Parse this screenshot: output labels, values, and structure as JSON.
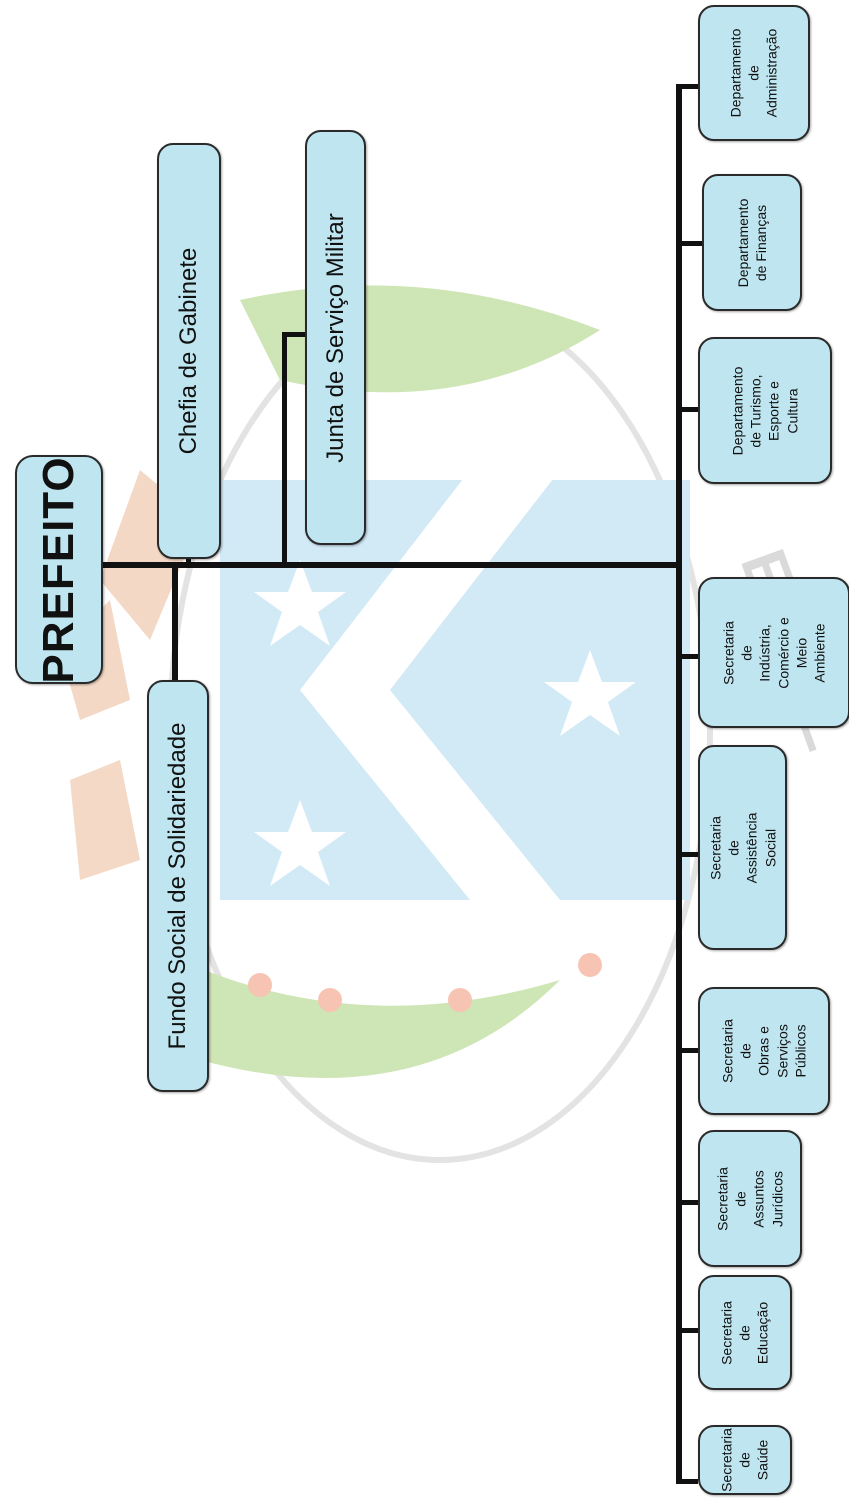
{
  "colors": {
    "box_fill": "#bfe6f0",
    "line": "#111111",
    "emblem_blue": "#a6d4ef",
    "emblem_green": "#9fcc6d"
  },
  "emblem": {
    "inscription_partial": "ESTEL"
  },
  "org": {
    "root": "PREFEITO",
    "advisory_units": {
      "chefia": "Chefia de Gabinete",
      "junta": "Junta de Serviço Militar",
      "fundo": "Fundo Social de Solidariedade"
    },
    "units": [
      {
        "label": "Departamento\nde\nAdministração"
      },
      {
        "label": "Departamento\nde Finanças"
      },
      {
        "label": "Departamento\nde Turismo,\nEsporte e\nCultura"
      },
      {
        "label": "Secretaria de\nIndústria,\nComércio e\nMeio Ambiente"
      },
      {
        "label": "Secretaria de\nAssistência Social"
      },
      {
        "label": "Secretaria de\nObras e\nServiços\nPúblicos"
      },
      {
        "label": "Secretaria de\nAssuntos\nJurídicos"
      },
      {
        "label": "Secretaria\nde\nEducação"
      },
      {
        "label": "Secretaria\nde\nSaúde"
      }
    ]
  }
}
